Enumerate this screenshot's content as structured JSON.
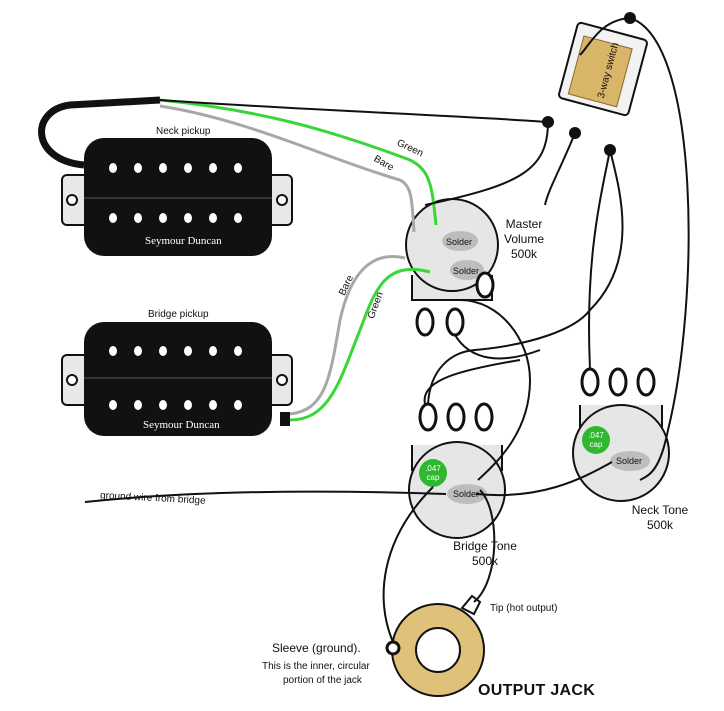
{
  "pickups": {
    "neck": {
      "label": "Neck pickup",
      "brand": "Seymour Duncan"
    },
    "bridge": {
      "label": "Bridge pickup",
      "brand": "Seymour Duncan"
    }
  },
  "switch": {
    "label": "3-way switch"
  },
  "wires": {
    "green": "Green",
    "bare": "Bare"
  },
  "pots": {
    "volume": {
      "line1": "Master",
      "line2": "Volume",
      "value": "500k",
      "solder1": "Solder",
      "solder2": "Solder"
    },
    "bridge_tone": {
      "line1": "Bridge Tone",
      "value": "500k",
      "solder": "Solder",
      "cap": ".047 cap"
    },
    "neck_tone": {
      "line1": "Neck Tone",
      "value": "500k",
      "solder": "Solder",
      "cap": ".047 cap"
    }
  },
  "ground_wire": {
    "label": "ground wire from bridge"
  },
  "jack": {
    "title": "OUTPUT JACK",
    "tip": "Tip (hot output)",
    "sleeve_title": "Sleeve (ground).",
    "sleeve_line2": "This is the inner, circular",
    "sleeve_line3": "portion of the jack"
  },
  "colors": {
    "wire_green": "#39d639",
    "wire_bare": "#a8a8a8",
    "pickup_body": "#111111",
    "pot_fill": "#e6e6e6",
    "cap_green": "#2db82d",
    "switch_body": "#d9b56a",
    "jack_ring": "#e0c17a"
  }
}
